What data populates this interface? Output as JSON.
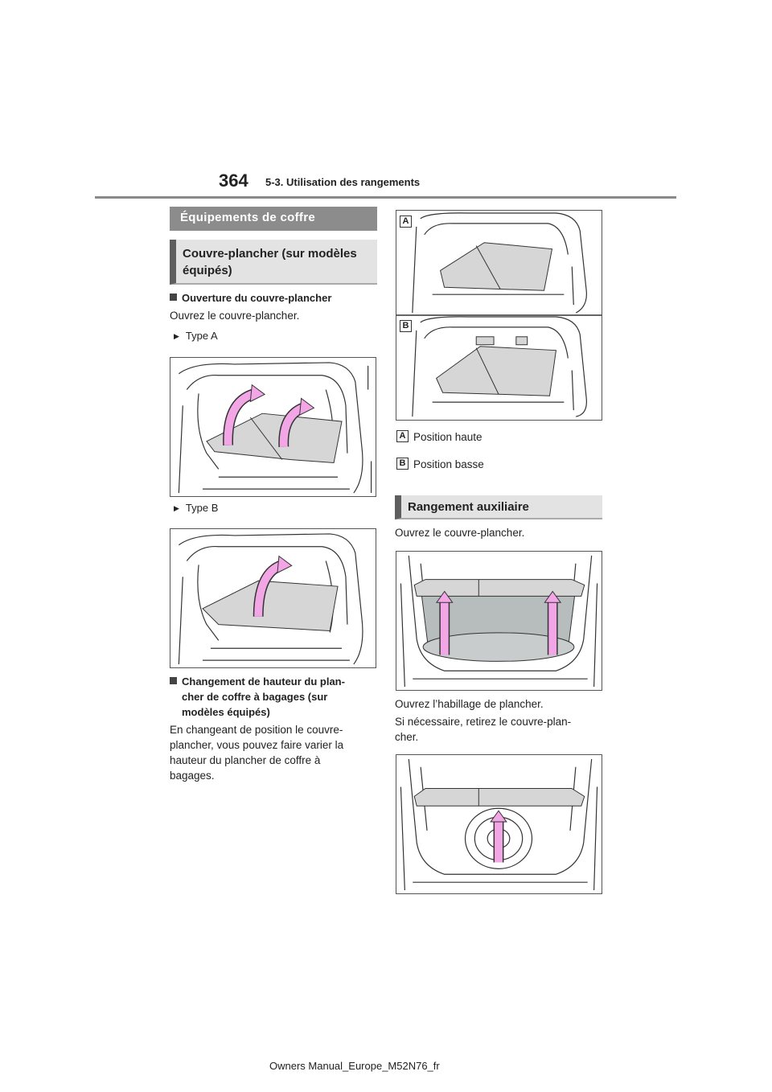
{
  "header": {
    "page_number": "364",
    "section": "5-3. Utilisation des rangements"
  },
  "left": {
    "h1": "Équipements de coffre",
    "h2_line1": "Couvre-plancher (sur modèles",
    "h2_line2": "équipés)",
    "bullet1": "Ouverture du couvre-plancher",
    "para1": "Ouvrez le couvre-plancher.",
    "type_a": "Type A",
    "type_b": "Type B",
    "bullet2_line1": "Changement de hauteur du plan-",
    "bullet2_line2": "cher de coffre à bagages (sur",
    "bullet2_line3": "modèles équipés)",
    "para2_line1": "En changeant de position le couvre-",
    "para2_line2": "plancher, vous pouvez faire varier la",
    "para2_line3": "hauteur du plancher de coffre à",
    "para2_line4": "bagages."
  },
  "right": {
    "label_a": "A",
    "label_b": "B",
    "legend_a": "Position haute",
    "legend_b": "Position basse",
    "h2": "Rangement auxiliaire",
    "para1": "Ouvrez le couvre-plancher.",
    "para2": "Ouvrez l’habillage de plancher.",
    "para3_line1": "Si nécessaire, retirez le couvre-plan-",
    "para3_line2": "cher."
  },
  "footer": {
    "text": "Owners Manual_Europe_M52N76_fr"
  },
  "colors": {
    "header_rule": "#8a8a8a",
    "h1_bg": "#8c8c8c",
    "h2_bg": "#e3e3e3",
    "arrow_fill": "#f2a6e6",
    "panel_fill": "#d6d6d6"
  }
}
